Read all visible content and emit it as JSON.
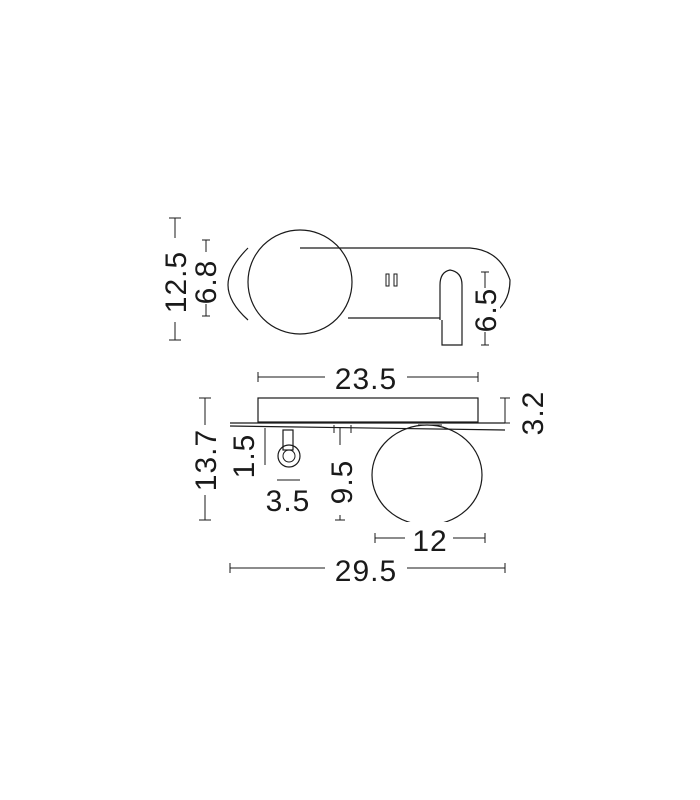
{
  "dimensions": {
    "height_total_top": "12.5",
    "globe_height_top": "6.8",
    "reading_lamp_height": "6.5",
    "backplate_width": "23.5",
    "backplate_depth": "3.2",
    "height_total_side": "13.7",
    "switch_offset": "1.5",
    "reading_lamp_diameter": "3.5",
    "reading_lamp_drop": "9.5",
    "globe_diameter": "12",
    "total_width": "29.5"
  }
}
